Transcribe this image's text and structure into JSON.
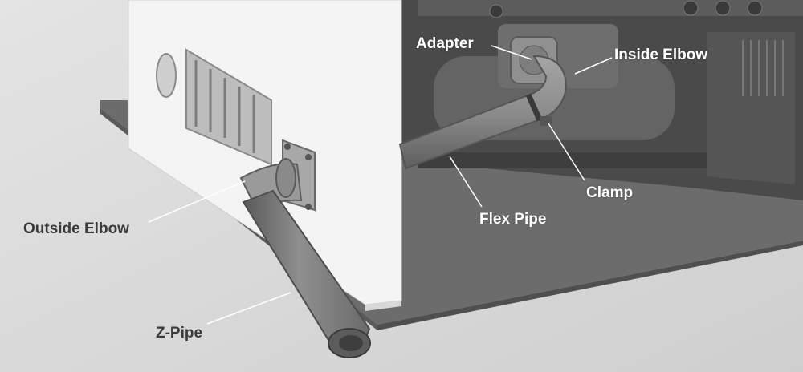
{
  "labels": {
    "adapter": "Adapter",
    "inside_elbow": "Inside Elbow",
    "clamp": "Clamp",
    "flex_pipe": "Flex Pipe",
    "outside_elbow": "Outside Elbow",
    "z_pipe": "Z-Pipe"
  },
  "colors": {
    "background": "#dcdcdc",
    "cabinet": "#f4f4f4",
    "base_plate": "#6e6e6e",
    "pipe": "#8a8a8a",
    "label_dark": "#3a3a3a",
    "label_light": "#ffffff"
  }
}
